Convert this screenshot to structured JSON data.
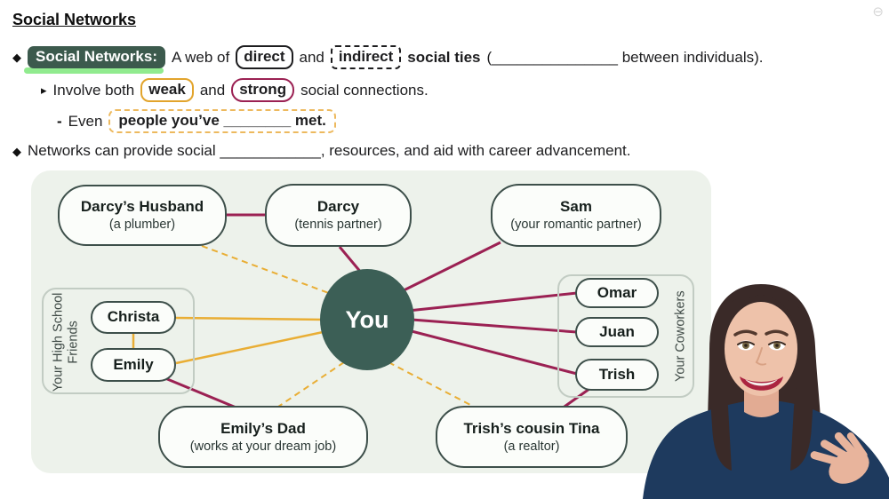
{
  "watermark": {
    "glyph": "⊖"
  },
  "header": {
    "title": "Social Networks"
  },
  "bullets": {
    "b1": {
      "bullet": "◆",
      "chip": "Social Networks:",
      "t1": "A web of",
      "direct": "direct",
      "t2": "and",
      "indirect": "indirect",
      "t3": "social ties",
      "t4": "(_______________ between individuals)."
    },
    "b2": {
      "bullet": "▸",
      "t1": "Involve both",
      "weak": "weak",
      "t2": "and",
      "strong": "strong",
      "t3": "social connections."
    },
    "b3": {
      "bullet": "-",
      "t1": "Even",
      "boxed": "people you’ve ________ met."
    },
    "b4": {
      "bullet": "◆",
      "text": "Networks can provide social ____________, resources, and aid with career advancement."
    }
  },
  "diagram": {
    "groups": {
      "high_school": "Your High School Friends",
      "coworkers": "Your Coworkers"
    },
    "nodes": {
      "darcys_husband": {
        "title": "Darcy’s Husband",
        "subtitle": "(a plumber)"
      },
      "darcy": {
        "title": "Darcy",
        "subtitle": "(tennis partner)"
      },
      "sam": {
        "title": "Sam",
        "subtitle": "(your romantic partner)"
      },
      "christa": {
        "title": "Christa"
      },
      "emily": {
        "title": "Emily"
      },
      "you": {
        "title": "You"
      },
      "omar": {
        "title": "Omar"
      },
      "juan": {
        "title": "Juan"
      },
      "trish": {
        "title": "Trish"
      },
      "emilys_dad": {
        "title": "Emily’s Dad",
        "subtitle": "(works at your dream job)"
      },
      "tina": {
        "title": "Trish’s cousin Tina",
        "subtitle": "(a realtor)"
      }
    },
    "edges": [
      {
        "from": "darcys_husband",
        "to": "darcy",
        "type": "strong"
      },
      {
        "from": "darcy",
        "to": "you",
        "type": "strong"
      },
      {
        "from": "sam",
        "to": "you",
        "type": "strong"
      },
      {
        "from": "you",
        "to": "omar",
        "type": "strong"
      },
      {
        "from": "you",
        "to": "juan",
        "type": "strong"
      },
      {
        "from": "you",
        "to": "trish",
        "type": "strong"
      },
      {
        "from": "trish",
        "to": "tina",
        "type": "strong"
      },
      {
        "from": "emily",
        "to": "emilys_dad",
        "type": "strong"
      },
      {
        "from": "christa",
        "to": "you",
        "type": "weak"
      },
      {
        "from": "emily",
        "to": "you",
        "type": "weak"
      },
      {
        "from": "christa",
        "to": "emily",
        "type": "weak"
      },
      {
        "from": "darcys_husband",
        "to": "you",
        "type": "indirect"
      },
      {
        "from": "you",
        "to": "emilys_dad",
        "type": "indirect"
      },
      {
        "from": "you",
        "to": "tina",
        "type": "indirect"
      }
    ],
    "colors": {
      "strong_tie": "#9b2153",
      "weak_tie": "#e9ae35",
      "node_border": "#3d4f4a",
      "you_fill": "#3c5f56",
      "background": "#edf2eb",
      "chip_bg": "#3c5a4d",
      "chip_underline": "#7ee87b",
      "presenter_top": "#1e3a5e"
    }
  }
}
